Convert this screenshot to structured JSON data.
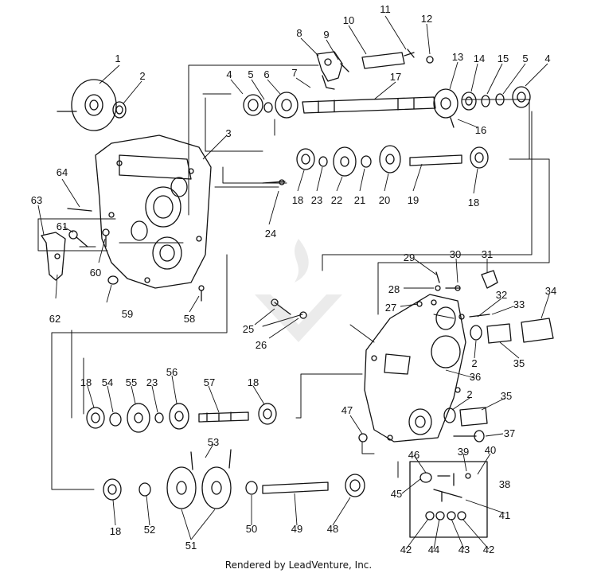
{
  "diagram": {
    "callouts": [
      {
        "id": "c1",
        "text": "1"
      },
      {
        "id": "c2a",
        "text": "2"
      },
      {
        "id": "c3",
        "text": "3"
      },
      {
        "id": "c4a",
        "text": "4"
      },
      {
        "id": "c5a",
        "text": "5"
      },
      {
        "id": "c6",
        "text": "6"
      },
      {
        "id": "c7",
        "text": "7"
      },
      {
        "id": "c8",
        "text": "8"
      },
      {
        "id": "c9",
        "text": "9"
      },
      {
        "id": "c10",
        "text": "10"
      },
      {
        "id": "c11",
        "text": "11"
      },
      {
        "id": "c12",
        "text": "12"
      },
      {
        "id": "c13",
        "text": "13"
      },
      {
        "id": "c14",
        "text": "14"
      },
      {
        "id": "c15",
        "text": "15"
      },
      {
        "id": "c5b",
        "text": "5"
      },
      {
        "id": "c4b",
        "text": "4"
      },
      {
        "id": "c16",
        "text": "16"
      },
      {
        "id": "c17",
        "text": "17"
      },
      {
        "id": "c18a",
        "text": "18"
      },
      {
        "id": "c23a",
        "text": "23"
      },
      {
        "id": "c22",
        "text": "22"
      },
      {
        "id": "c21",
        "text": "21"
      },
      {
        "id": "c20",
        "text": "20"
      },
      {
        "id": "c19",
        "text": "19"
      },
      {
        "id": "c18b",
        "text": "18"
      },
      {
        "id": "c64",
        "text": "64"
      },
      {
        "id": "c63",
        "text": "63"
      },
      {
        "id": "c61",
        "text": "61"
      },
      {
        "id": "c60",
        "text": "60"
      },
      {
        "id": "c62",
        "text": "62"
      },
      {
        "id": "c59",
        "text": "59"
      },
      {
        "id": "c58",
        "text": "58"
      },
      {
        "id": "c24",
        "text": "24"
      },
      {
        "id": "c25",
        "text": "25"
      },
      {
        "id": "c26",
        "text": "26"
      },
      {
        "id": "c29",
        "text": "29"
      },
      {
        "id": "c30",
        "text": "30"
      },
      {
        "id": "c31",
        "text": "31"
      },
      {
        "id": "c28",
        "text": "28"
      },
      {
        "id": "c27",
        "text": "27"
      },
      {
        "id": "c32",
        "text": "32"
      },
      {
        "id": "c33",
        "text": "33"
      },
      {
        "id": "c34",
        "text": "34"
      },
      {
        "id": "c2b",
        "text": "2"
      },
      {
        "id": "c35a",
        "text": "35"
      },
      {
        "id": "c36",
        "text": "36"
      },
      {
        "id": "c2c",
        "text": "2"
      },
      {
        "id": "c35b",
        "text": "35"
      },
      {
        "id": "c47",
        "text": "47"
      },
      {
        "id": "c37",
        "text": "37"
      },
      {
        "id": "c18c",
        "text": "18"
      },
      {
        "id": "c54",
        "text": "54"
      },
      {
        "id": "c55",
        "text": "55"
      },
      {
        "id": "c23b",
        "text": "23"
      },
      {
        "id": "c56",
        "text": "56"
      },
      {
        "id": "c57",
        "text": "57"
      },
      {
        "id": "c18d",
        "text": "18"
      },
      {
        "id": "c53",
        "text": "53"
      },
      {
        "id": "c18e",
        "text": "18"
      },
      {
        "id": "c52",
        "text": "52"
      },
      {
        "id": "c51",
        "text": "51"
      },
      {
        "id": "c50",
        "text": "50"
      },
      {
        "id": "c49",
        "text": "49"
      },
      {
        "id": "c48",
        "text": "48"
      },
      {
        "id": "c46",
        "text": "46"
      },
      {
        "id": "c39",
        "text": "39"
      },
      {
        "id": "c40",
        "text": "40"
      },
      {
        "id": "c38",
        "text": "38"
      },
      {
        "id": "c45",
        "text": "45"
      },
      {
        "id": "c41",
        "text": "41"
      },
      {
        "id": "c42a",
        "text": "42"
      },
      {
        "id": "c44",
        "text": "44"
      },
      {
        "id": "c43",
        "text": "43"
      },
      {
        "id": "c42b",
        "text": "42"
      }
    ]
  },
  "footer": {
    "text": "Rendered by LeadVenture, Inc."
  },
  "colors": {
    "ink": "#111111",
    "watermark": "#888888"
  }
}
